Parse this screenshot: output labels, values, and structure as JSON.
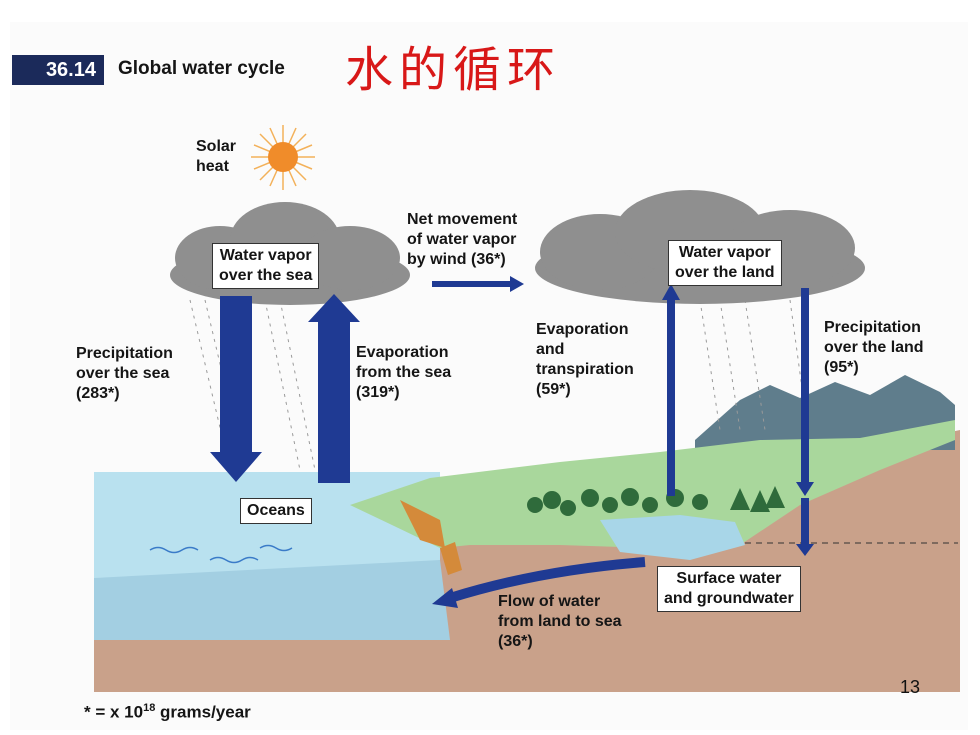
{
  "header": {
    "figure_number": "36.14",
    "title": "Global water cycle",
    "handwritten_note": "水的循环"
  },
  "labels": {
    "solar_line1": "Solar",
    "solar_line2": "heat",
    "cloud_sea_line1": "Water vapor",
    "cloud_sea_line2": "over the sea",
    "cloud_land_line1": "Water vapor",
    "cloud_land_line2": "over the land",
    "net_movement_line1": "Net movement",
    "net_movement_line2": "of water vapor",
    "net_movement_line3": "by wind (36*)",
    "precip_sea_line1": "Precipitation",
    "precip_sea_line2": "over the sea",
    "precip_sea_line3": "(283*)",
    "evap_sea_line1": "Evaporation",
    "evap_sea_line2": "from the sea",
    "evap_sea_line3": "(319*)",
    "evap_land_line1": "Evaporation",
    "evap_land_line2": "and",
    "evap_land_line3": "transpiration",
    "evap_land_line4": "(59*)",
    "precip_land_line1": "Precipitation",
    "precip_land_line2": "over the land",
    "precip_land_line3": "(95*)",
    "oceans": "Oceans",
    "surface_line1": "Surface water",
    "surface_line2": "and groundwater",
    "flow_line1": "Flow of water",
    "flow_line2": "from land to sea",
    "flow_line3": "(36*)"
  },
  "footnote": {
    "prefix": "* = x 10",
    "exponent": "18",
    "suffix": " grams/year"
  },
  "page_number": "13",
  "colors": {
    "arrow": "#1f3a93",
    "ocean": "#a8d6e8",
    "land": "#a6d59a",
    "soil": "#c9a18a",
    "mountain": "#5f7d8c",
    "sun": "#f08c2a",
    "cloud": "#8f8f8f"
  }
}
